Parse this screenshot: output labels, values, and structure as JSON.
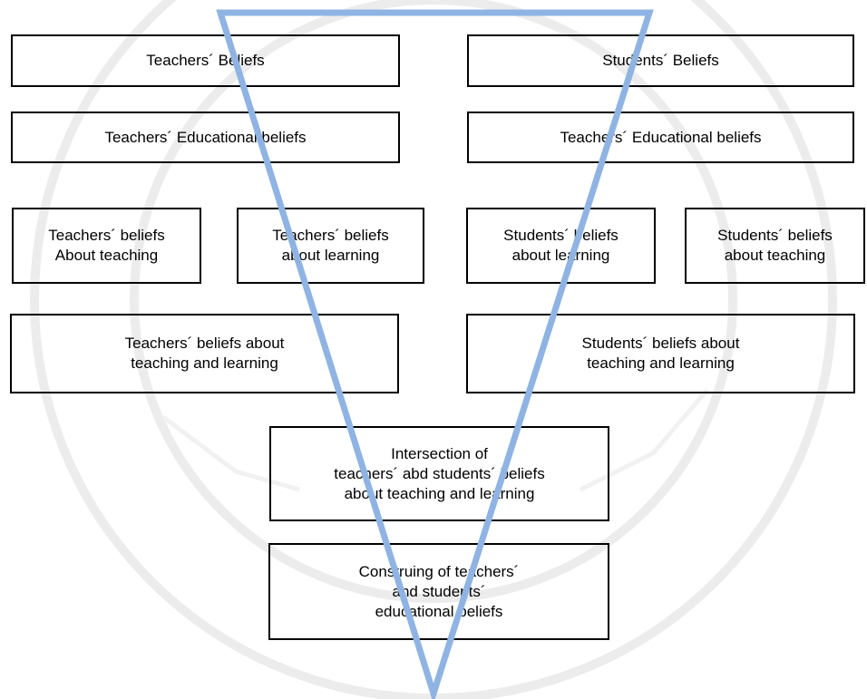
{
  "diagram": {
    "funnel_color": "#8fb4e3",
    "boxes": {
      "teachers_beliefs": "Teachers´ Beliefs",
      "students_beliefs": "Students´ Beliefs",
      "teachers_educational_beliefs_left": "Teachers´ Educational beliefs",
      "teachers_educational_beliefs_right": "Teachers´ Educational beliefs",
      "teachers_beliefs_about_teaching": "Teachers´ beliefs\nAbout teaching",
      "teachers_beliefs_about_learning": "Teachers´ beliefs\nabout learning",
      "students_beliefs_about_learning": "Students´ beliefs\nabout learning",
      "students_beliefs_about_teaching": "Students´ beliefs\nabout teaching",
      "teachers_beliefs_teaching_learning": "Teachers´ beliefs about\nteaching and learning",
      "students_beliefs_teaching_learning": "Students´ beliefs about\nteaching and learning",
      "intersection": "Intersection  of\nteachers´ abd students´ beliefs\nabout  teaching and learning",
      "construing": "Construing of teachers´\nand students´\neducational  beliefs"
    }
  }
}
